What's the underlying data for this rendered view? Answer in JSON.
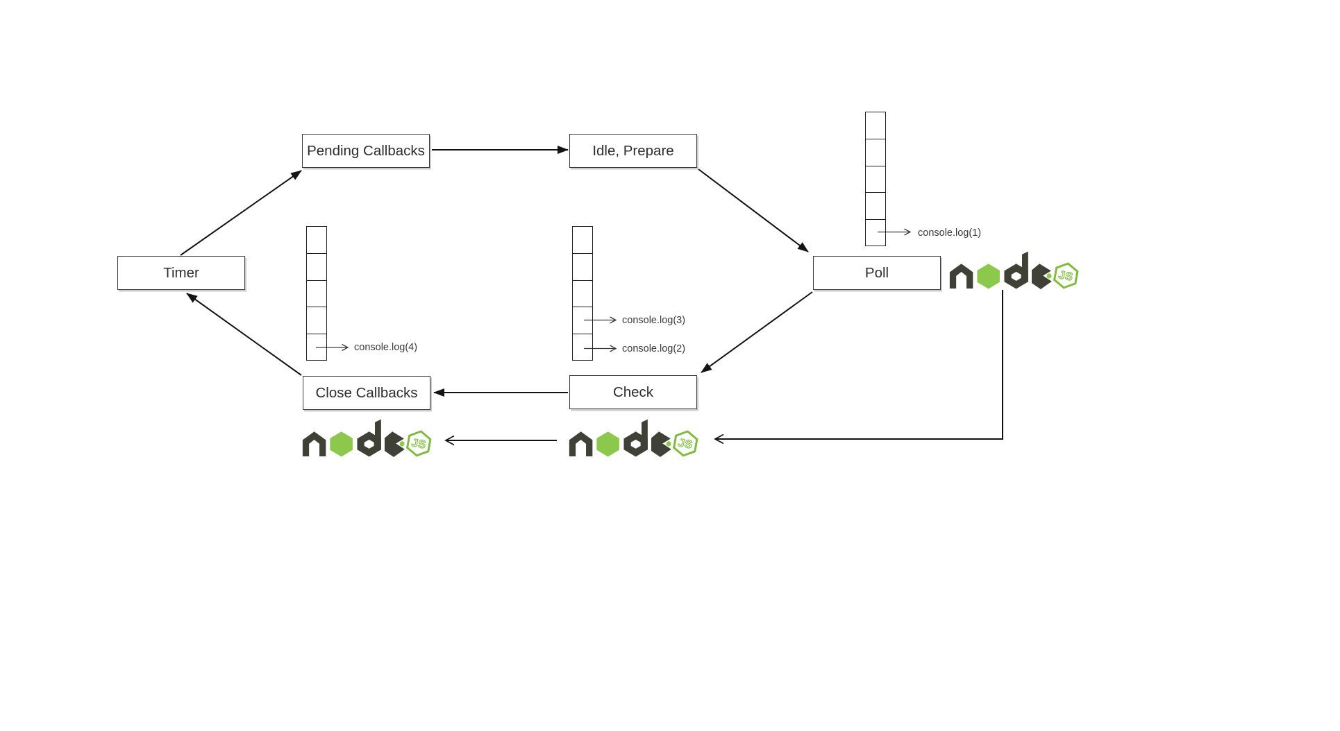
{
  "colors": {
    "background": "#ffffff",
    "line": "#111111",
    "box_border": "#3a3a3a",
    "text": "#2d2d2d",
    "callout_text": "#3a3a3a",
    "node_dark": "#3f4136",
    "node_green": "#8cc84b",
    "badge_green": "#7fba3f"
  },
  "diagram": {
    "boxes": {
      "timer": "Timer",
      "pending": "Pending Callbacks",
      "idle": "Idle, Prepare",
      "poll": "Poll",
      "check": "Check",
      "close": "Close Callbacks"
    },
    "queues": {
      "poll_queue": {
        "cells": 5
      },
      "check_queue": {
        "cells": 5
      },
      "close_queue": {
        "cells": 5
      }
    },
    "callouts": {
      "log1": "console.log(1)",
      "log2": "console.log(2)",
      "log3": "console.log(3)",
      "log4": "console.log(4)"
    },
    "logo": {
      "badge": "JS"
    }
  }
}
